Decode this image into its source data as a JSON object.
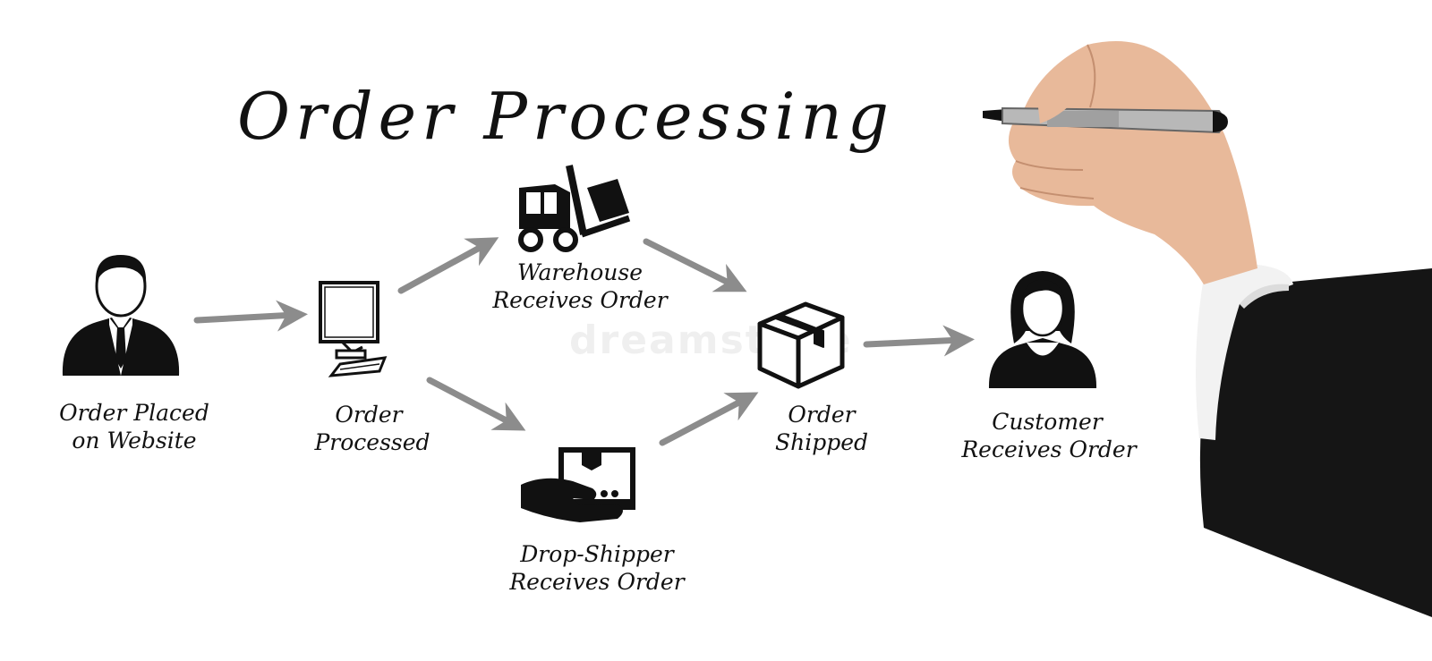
{
  "title": "Order Processing",
  "watermark": "dreamstime",
  "nodes": {
    "order_placed": {
      "line1": "Order Placed",
      "line2": "on Website",
      "icon": "businessman-icon"
    },
    "order_processed": {
      "line1": "Order",
      "line2": "Processed",
      "icon": "computer-icon"
    },
    "warehouse": {
      "line1": "Warehouse",
      "line2": "Receives Order",
      "icon": "forklift-icon"
    },
    "drop_shipper": {
      "line1": "Drop-Shipper",
      "line2": "Receives Order",
      "icon": "hand-package-icon"
    },
    "order_shipped": {
      "line1": "Order",
      "line2": "Shipped",
      "icon": "box-icon"
    },
    "customer": {
      "line1": "Customer",
      "line2": "Receives Order",
      "icon": "woman-icon"
    }
  },
  "colors": {
    "ink": "#111111",
    "arrow": "#8c8c8c",
    "skin": "#e8b99a",
    "sleeve": "#151515",
    "cuff": "#f2f2f2",
    "pen": "#b8b8b8"
  }
}
